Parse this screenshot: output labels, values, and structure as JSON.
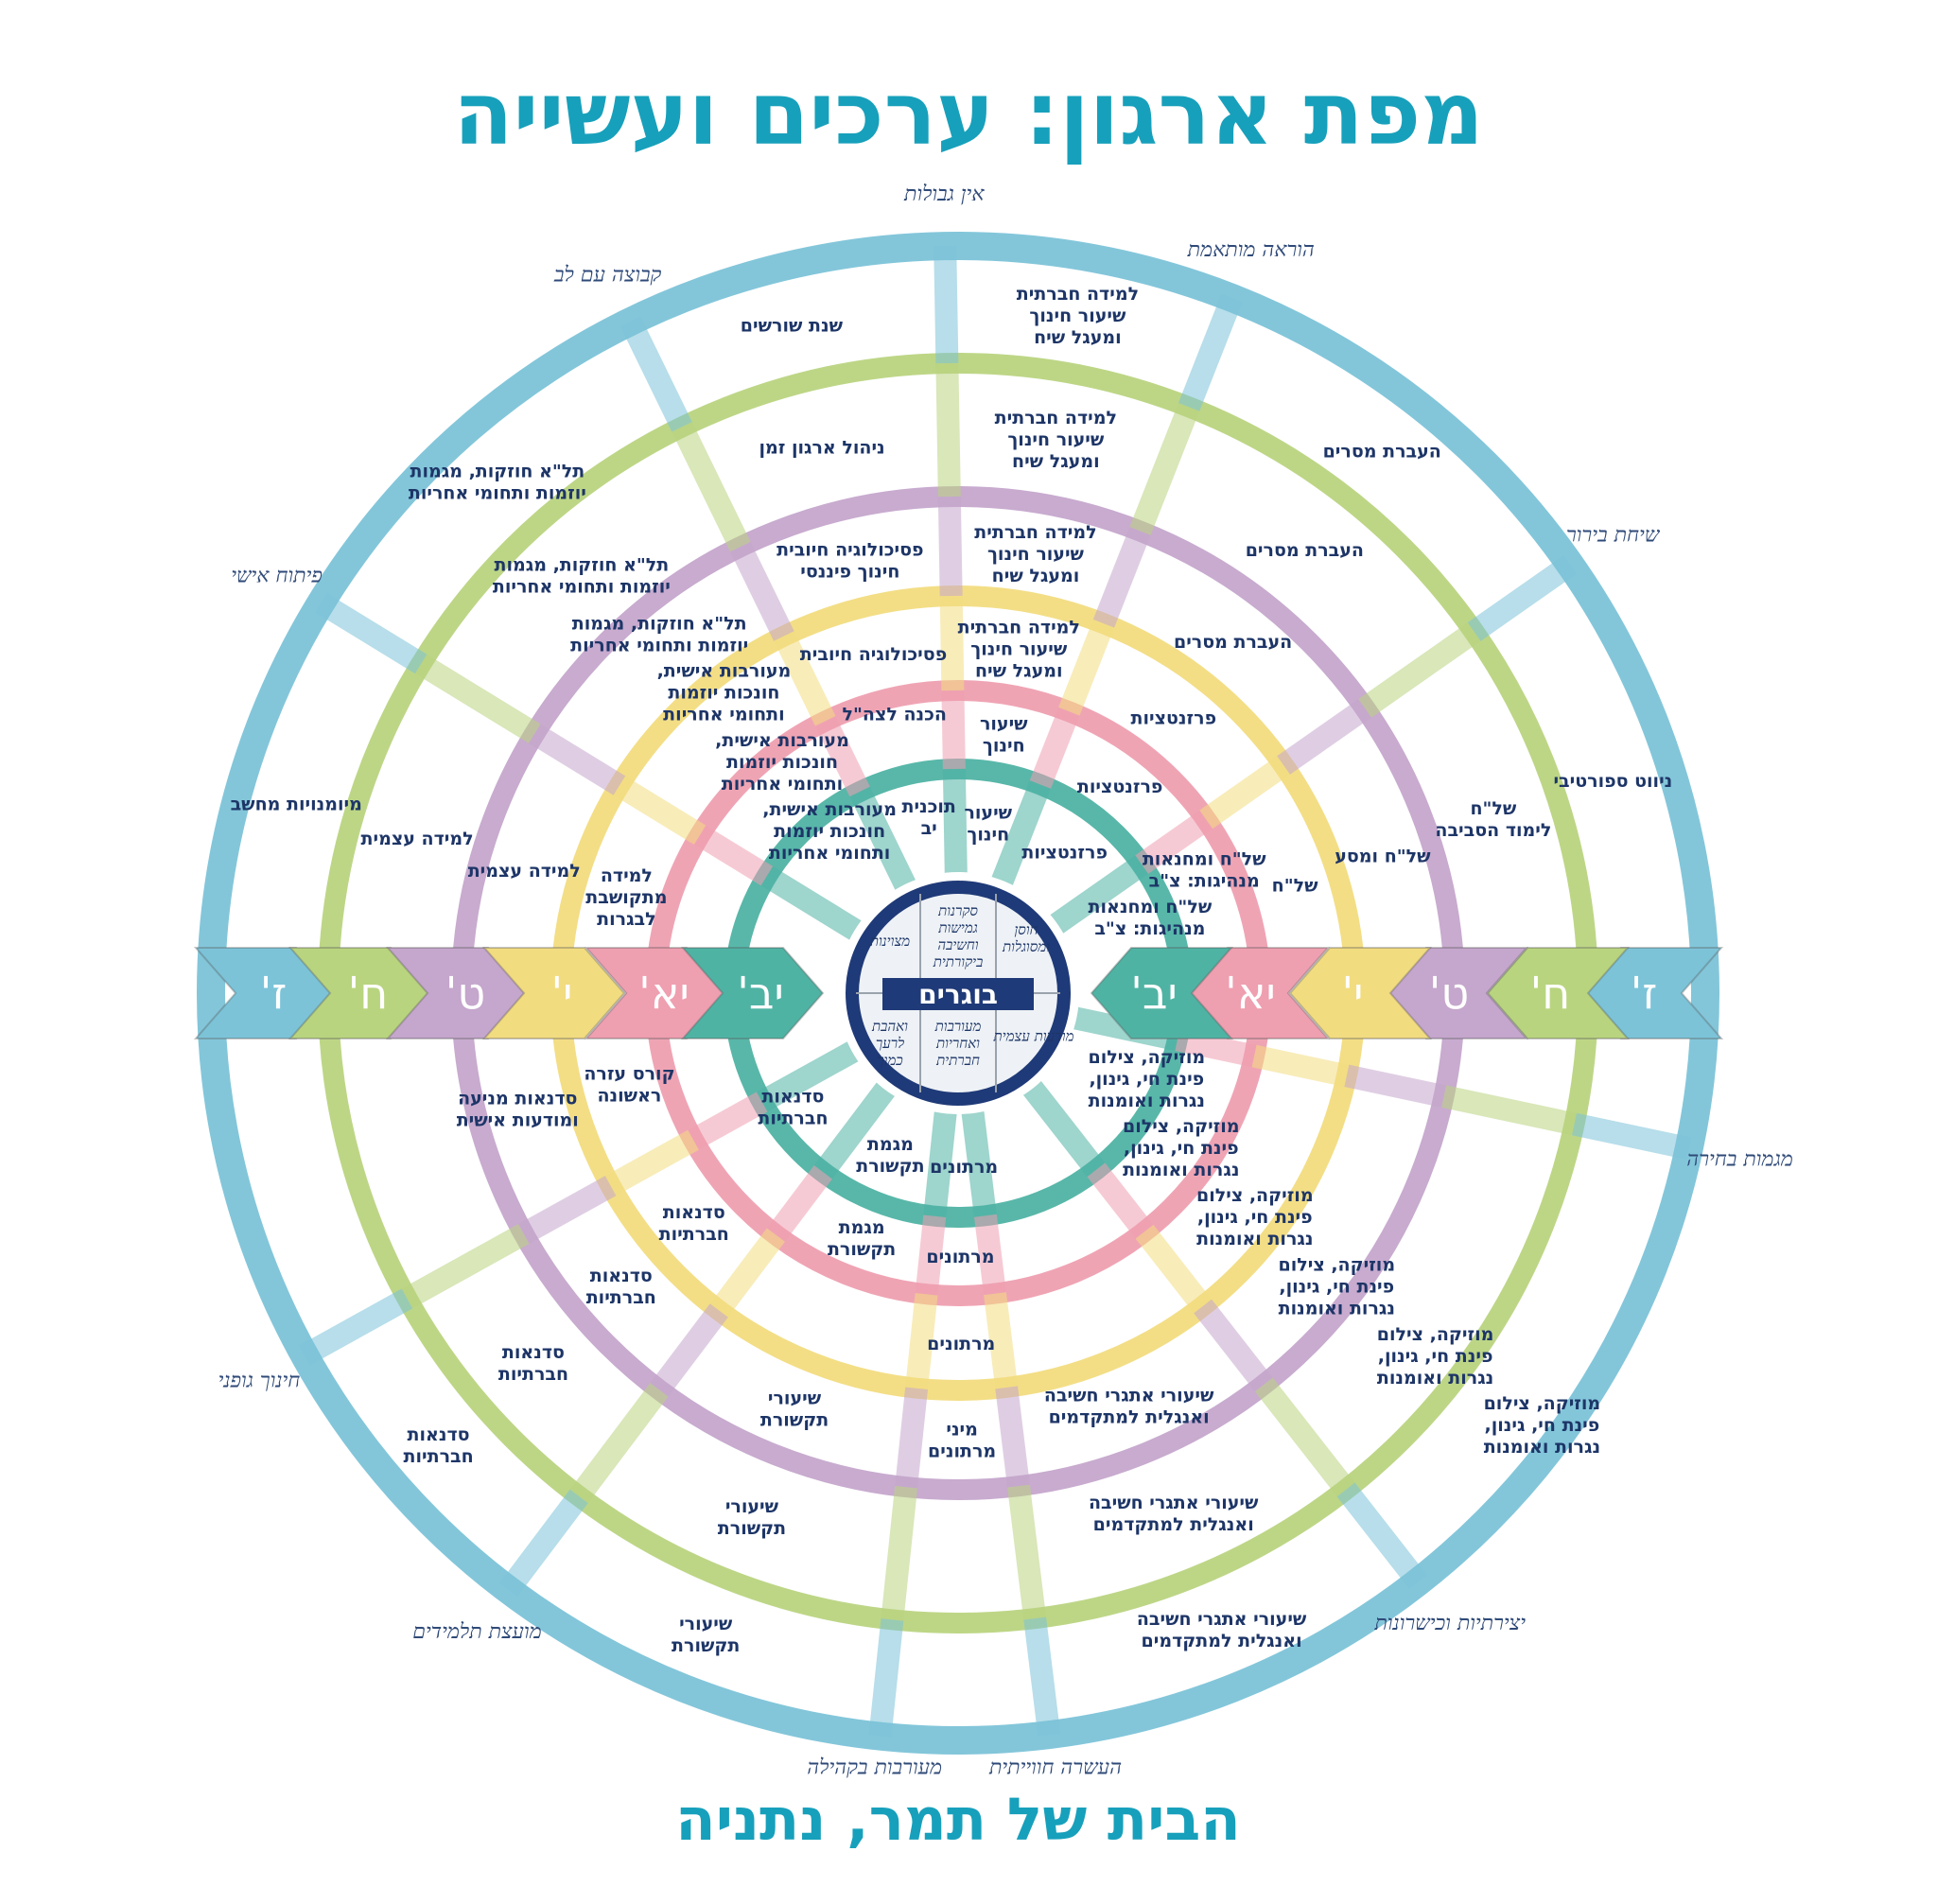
{
  "title": "מפת ארגון: ערכים ועשייה",
  "footer": "הבית של תמר, נתניה",
  "colors": {
    "title": "#17a0bb",
    "text": "#1d3567",
    "rings": [
      "#7cc3d8",
      "#b9d47f",
      "#c5a6cc",
      "#f2dc80",
      "#ee9fb0",
      "#4fb3a4"
    ],
    "center_ring": "#1f3a78"
  },
  "grades": [
    "ז'",
    "ח'",
    "ט'",
    "י'",
    "יא'",
    "יב'"
  ],
  "center": {
    "label": "בוגרים",
    "values": [
      [
        "סקרנות",
        "גמישות",
        "וחשיבה",
        "ביקורתית"
      ],
      [
        "חוסן",
        "ומסוגלות"
      ],
      [
        "מודעות עצמית"
      ],
      [
        "מעורבות",
        "ואחריות",
        "חברתית"
      ],
      [
        "ואהבת",
        "לרעך",
        "כמוך"
      ],
      [
        "מצוינות"
      ]
    ]
  },
  "spokes": [
    {
      "label": "אין גבולות"
    },
    {
      "label": "הוראה מותאמת"
    },
    {
      "label": "שיחת בירור"
    },
    {
      "label": "מגמות בחירה"
    },
    {
      "label": "יצירתיות וכישרונות"
    },
    {
      "label": "העשרה חווייתית"
    },
    {
      "label": "מעורבות בקהילה"
    },
    {
      "label": "מועצת תלמידים"
    },
    {
      "label": "חינוך גופני"
    },
    {
      "label": "פיתוח אישי"
    },
    {
      "label": "קבוצה עם לב"
    }
  ],
  "sectors": [
    {
      "items": [
        [
          "מוזיקה, צילום",
          "פינת חי, גינון,",
          "נגרות ואומנות"
        ],
        [
          "מוזיקה, צילום",
          "פינת חי, גינון,",
          "נגרות ואומנות"
        ],
        [
          "מוזיקה, צילום",
          "פינת חי, גינון,",
          "נגרות ואומנות"
        ],
        [
          "מוזיקה, צילום",
          "פינת חי, גינון,",
          "נגרות ואומנות"
        ],
        [
          "מוזיקה, צילום",
          "פינת חי, גינון,",
          "נגרות ואומנות"
        ],
        [
          "מוזיקה, צילום",
          "פינת חי, גינון,",
          "נגרות ואומנות"
        ]
      ]
    },
    {
      "items": [
        [
          "שיעורי אתגרי חשיבה",
          "ואנגלית למתקדמים"
        ],
        [
          "שיעורי אתגרי חשיבה",
          "ואנגלית למתקדמים"
        ],
        [
          "שיעורי אתגרי חשיבה",
          "ואנגלית למתקדמים"
        ],
        null,
        null,
        null
      ]
    },
    {
      "items": [
        null,
        null,
        [
          "מיני",
          "מרתונים"
        ],
        [
          "מרתונים"
        ],
        [
          "מרתונים"
        ],
        [
          "מרתונים"
        ]
      ]
    },
    {
      "items": [
        [
          "שיעורי",
          "תקשורת"
        ],
        [
          "שיעורי",
          "תקשורת"
        ],
        [
          "שיעורי",
          "תקשורת"
        ],
        null,
        [
          "מגמת",
          "תקשורת"
        ],
        [
          "מגמת",
          "תקשורת"
        ]
      ]
    },
    {
      "items": [
        [
          "סדנאות",
          "חברתיות"
        ],
        [
          "סדנאות",
          "חברתיות"
        ],
        [
          "סדנאות",
          "חברתיות"
        ],
        [
          "סדנאות",
          "חברתיות"
        ],
        null,
        [
          "סדנאות",
          "חברתיות"
        ]
      ]
    },
    {
      "items": [
        null,
        null,
        [
          "סדנאות מניעה",
          "ומודעות אישית"
        ],
        [
          "קורס עזרה",
          "ראשונה"
        ],
        null,
        null
      ]
    },
    {
      "items": [
        [
          "מיומנויות מחשב"
        ],
        [
          "למידה עצמית"
        ],
        [
          "למידה עצמית"
        ],
        [
          "למידה",
          "מתקושבת",
          "לבגרות"
        ],
        null,
        null
      ]
    },
    {
      "items": [
        [
          "תל\"א חוזקות, מגמות",
          "יוזמות ותחומי אחריות"
        ],
        [
          "תל\"א חוזקות, מגמות",
          "יוזמות ותחומי אחריות"
        ],
        [
          "תל\"א חוזקות, מגמות",
          "יוזמות ותחומי אחריות"
        ],
        [
          "מעורבות אישית,",
          "חונכות יוזמות",
          "ותחומי אחריות"
        ],
        [
          "מעורבות אישית,",
          "חונכות יוזמות",
          "ותחומי אחריות"
        ],
        [
          "מעורבות אישית,",
          "חונכות יוזמות",
          "ותחומי אחריות"
        ]
      ]
    },
    {
      "items": [
        [
          "שנת שורשים"
        ],
        [
          "ניהול ארגון זמן"
        ],
        [
          "פסיכולוגיה חיובית",
          "חינוך פיננסי"
        ],
        [
          "פסיכולוגיה חיובית"
        ],
        [
          "הכנה לצה\"ל"
        ],
        [
          "תוכנית",
          "יב"
        ]
      ]
    },
    {
      "items": [
        [
          "למידה חברתית",
          "שיעור חינוך",
          "ומעגל שיח"
        ],
        [
          "למידה חברתית",
          "שיעור חינוך",
          "ומעגל שיח"
        ],
        [
          "למידה חברתית",
          "שיעור חינוך",
          "ומעגל שיח"
        ],
        [
          "למידה חברתית",
          "שיעור חינוך",
          "ומעגל שיח"
        ],
        [
          "שיעור",
          "חינוך"
        ],
        [
          "שיעור",
          "חינוך"
        ]
      ]
    },
    {
      "items": [
        [
          "העברת מסרים"
        ],
        [
          "העברת מסרים"
        ],
        [
          "העברת מסרים"
        ],
        [
          "פרזנטציות"
        ],
        [
          "פרזנטציות"
        ],
        [
          "פרזנטציות"
        ]
      ]
    },
    {
      "items": [
        [
          "ניווט ספורטיבי"
        ],
        [
          "של\"ח",
          "לימוד הסביבה"
        ],
        [
          "של\"ח ומסע"
        ],
        [
          "של\"ח"
        ],
        [
          "של\"ח ומחנאות",
          "מנהיגות: צ\"ב"
        ],
        [
          "של\"ח ומחנאות",
          "מנהיגות: צ\"ב"
        ]
      ]
    }
  ]
}
